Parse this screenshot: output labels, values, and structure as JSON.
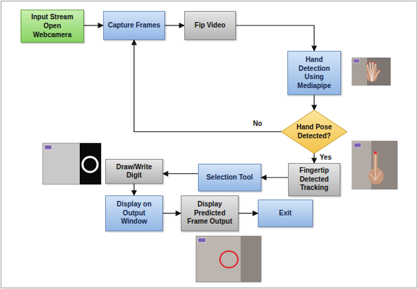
{
  "diagram": {
    "nodes": [
      {
        "text": [
          "Input Stream",
          "Open Webcamera"
        ]
      },
      {
        "text": [
          "Capture Frames"
        ]
      },
      {
        "text": [
          "Fip Video"
        ]
      },
      {
        "text": [
          "Hand Detection Using Mediapipe"
        ]
      },
      {
        "text": [
          "Hand Pose Detected?"
        ]
      },
      {
        "text": [
          "Fingertip Detected Tracking"
        ]
      },
      {
        "text": [
          "Selection Tool"
        ]
      },
      {
        "text": [
          "Draw/Write Digit"
        ]
      },
      {
        "text": [
          "Display on Output Window"
        ]
      },
      {
        "text": [
          "Display Predicted Frame Output"
        ]
      },
      {
        "text": [
          "Exit"
        ]
      }
    ],
    "edges": [
      {
        "from": 0,
        "to": 1,
        "arrow": "to"
      },
      {
        "from": 1,
        "to": 2,
        "arrow": "to"
      },
      {
        "from": 2,
        "to": 3,
        "arrow": "to"
      },
      {
        "from": 3,
        "to": 4,
        "arrow": "to"
      },
      {
        "from": 4,
        "to": 1,
        "label": "No",
        "arrow": "to"
      },
      {
        "from": 4,
        "to": 5,
        "label": "Yes",
        "arrow": "to"
      },
      {
        "from": 5,
        "to": 6,
        "arrow": "to"
      },
      {
        "from": 6,
        "to": 7,
        "arrow": "to"
      },
      {
        "from": 7,
        "to": 8,
        "arrow": "to"
      },
      {
        "from": 8,
        "to": 9,
        "arrow": "to"
      },
      {
        "from": 9,
        "to": 10,
        "arrow": "to"
      }
    ]
  }
}
